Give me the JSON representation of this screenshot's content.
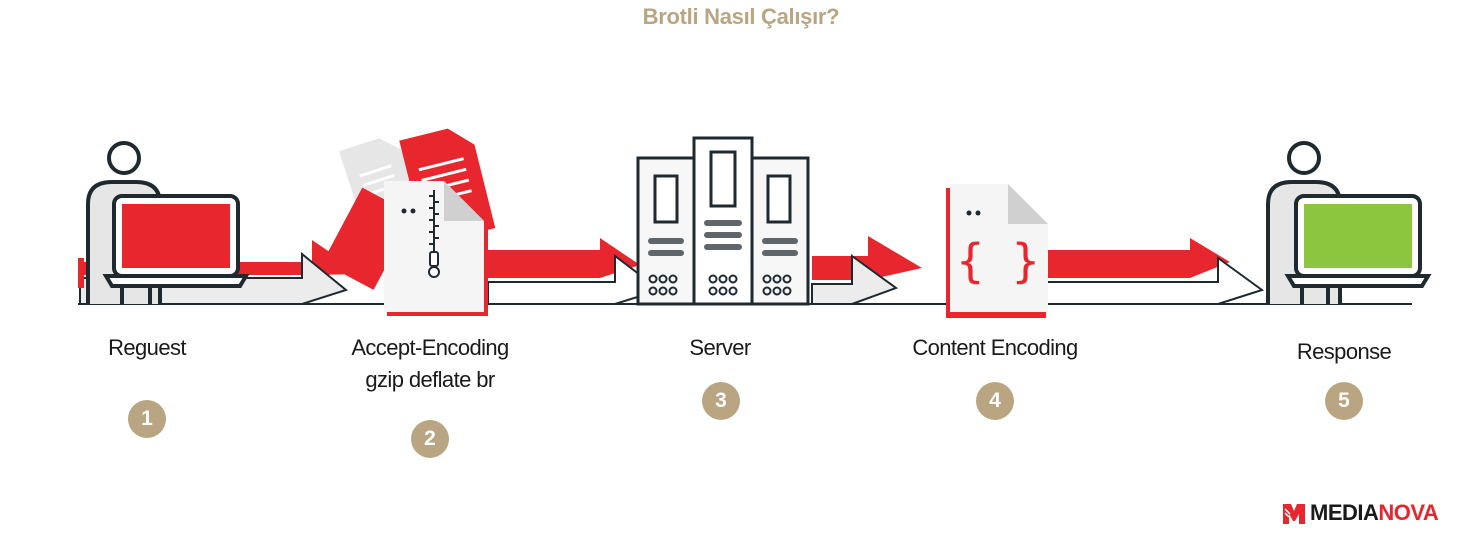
{
  "title": "Brotli Nasıl Çalışır?",
  "steps": [
    {
      "label_line1": "Reguest",
      "label_line2": "",
      "number": "1",
      "icon": "user-laptop-icon"
    },
    {
      "label_line1": "Accept-Encoding",
      "label_line2": "gzip deflate br",
      "number": "2",
      "icon": "zip-file-icon"
    },
    {
      "label_line1": "Server",
      "label_line2": "",
      "number": "3",
      "icon": "server-icon"
    },
    {
      "label_line1": "Content Encoding",
      "label_line2": "",
      "number": "4",
      "icon": "code-file-icon"
    },
    {
      "label_line1": "Response",
      "label_line2": "",
      "number": "5",
      "icon": "user-laptop-icon"
    }
  ],
  "code_glyph": "{ }",
  "logo": {
    "part1": "MEDIA",
    "part2": "NOVA"
  },
  "colors": {
    "accent_red": "#e8262d",
    "badge_tan": "#b9a582",
    "title_tan": "#b9a582",
    "response_green": "#8cc63f",
    "outline_dark": "#1f2a30",
    "gray_fill": "#e6e6e6"
  }
}
